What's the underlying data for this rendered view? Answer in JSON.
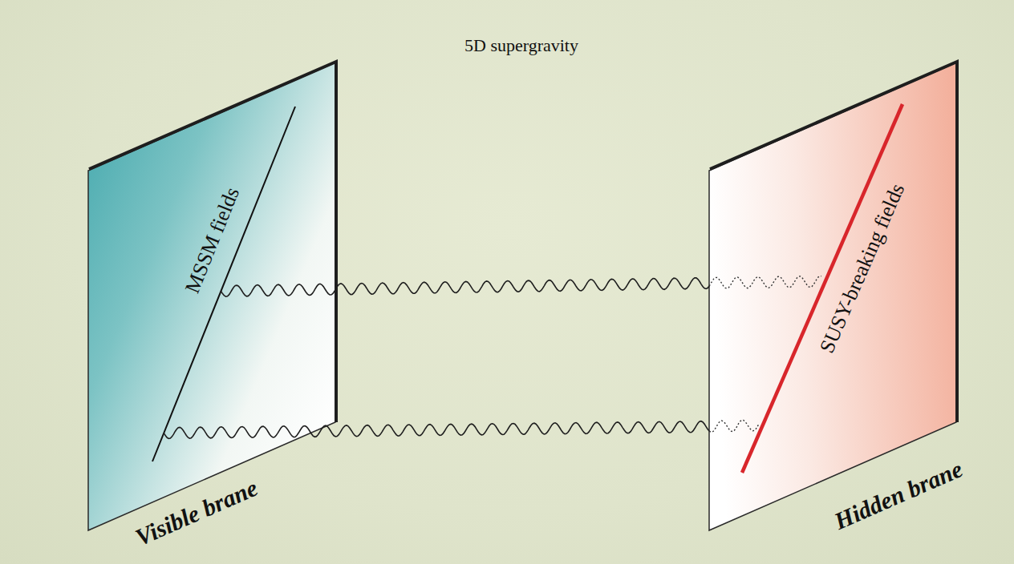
{
  "diagram": {
    "nodes": [
      {
        "text": [
          "MSSM fields",
          "Visible brane"
        ]
      },
      {
        "text": [
          "SUSY-breaking fields",
          "Hidden brane"
        ]
      }
    ],
    "edges": [
      {
        "from": 0,
        "to": 1,
        "arrow": "none"
      },
      {
        "from": 0,
        "to": 1,
        "arrow": "none"
      }
    ],
    "labels": [
      "5D supergravity"
    ]
  }
}
